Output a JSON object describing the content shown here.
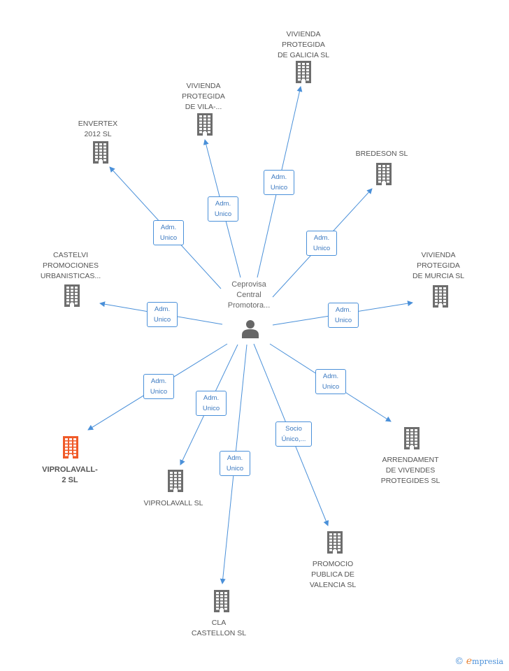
{
  "center": {
    "label_lines": [
      "Ceprovisa",
      "Central",
      "Promotora..."
    ]
  },
  "brand": {
    "symbol": "©",
    "initial": "e",
    "rest": "mpresia"
  },
  "colors": {
    "edge": "#4a90d9",
    "building": "#6d6d6d",
    "highlight": "#f05a28",
    "person": "#666666"
  },
  "nodes": [
    {
      "id": "galicia",
      "label_lines": [
        "VIVIENDA",
        "PROTEGIDA",
        "DE GALICIA SL"
      ],
      "highlight": false,
      "edge_lines": [
        "Adm.",
        "Unico"
      ]
    },
    {
      "id": "vila",
      "label_lines": [
        "VIVIENDA",
        "PROTEGIDA",
        "DE VILA-..."
      ],
      "highlight": false,
      "edge_lines": [
        "Adm.",
        "Unico"
      ]
    },
    {
      "id": "envertex",
      "label_lines": [
        "ENVERTEX",
        "2012 SL"
      ],
      "highlight": false,
      "edge_lines": [
        "Adm.",
        "Unico"
      ]
    },
    {
      "id": "bredeson",
      "label_lines": [
        "BREDESON SL"
      ],
      "highlight": false,
      "edge_lines": [
        "Adm.",
        "Unico"
      ]
    },
    {
      "id": "castelvi",
      "label_lines": [
        "CASTELVI",
        "PROMOCIONES",
        "URBANISTICAS..."
      ],
      "highlight": false,
      "edge_lines": [
        "Adm.",
        "Unico"
      ]
    },
    {
      "id": "murcia",
      "label_lines": [
        "VIVIENDA",
        "PROTEGIDA",
        "DE MURCIA SL"
      ],
      "highlight": false,
      "edge_lines": [
        "Adm.",
        "Unico"
      ]
    },
    {
      "id": "viprolavall2",
      "label_lines": [
        "VIPROLAVALL-",
        "2 SL"
      ],
      "highlight": true,
      "edge_lines": [
        "Adm.",
        "Unico"
      ]
    },
    {
      "id": "viprolavall",
      "label_lines": [
        "VIPROLAVALL SL"
      ],
      "highlight": false,
      "edge_lines": [
        "Adm.",
        "Unico"
      ]
    },
    {
      "id": "arrendament",
      "label_lines": [
        "ARRENDAMENT",
        "DE VIVENDES",
        "PROTEGIDES SL"
      ],
      "highlight": false,
      "edge_lines": [
        "Adm.",
        "Unico"
      ]
    },
    {
      "id": "cla",
      "label_lines": [
        "CLA",
        "CASTELLON SL"
      ],
      "highlight": false,
      "edge_lines": [
        "Adm.",
        "Unico"
      ]
    },
    {
      "id": "promocio",
      "label_lines": [
        "PROMOCIO",
        "PUBLICA DE",
        "VALENCIA SL"
      ],
      "highlight": false,
      "edge_lines": [
        "Socio",
        "Único,..."
      ]
    }
  ]
}
